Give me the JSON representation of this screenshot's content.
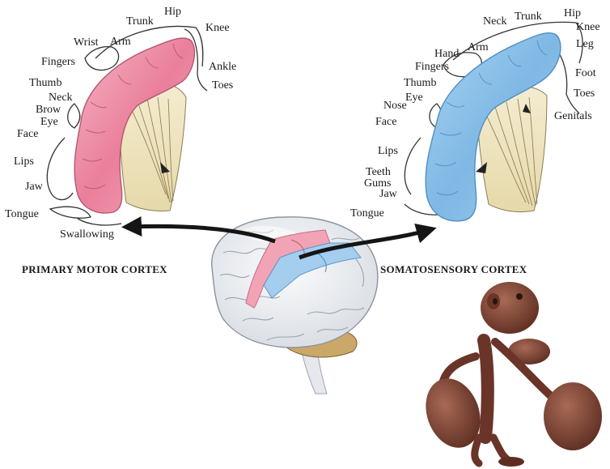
{
  "motor": {
    "title": "PRIMARY MOTOR CORTEX",
    "labels": [
      "Hip",
      "Trunk",
      "Knee",
      "Wrist",
      "Arm",
      "Fingers",
      "Ankle",
      "Thumb",
      "Toes",
      "Neck",
      "Brow",
      "Eye",
      "Face",
      "Lips",
      "Jaw",
      "Tongue",
      "Swallowing"
    ]
  },
  "sensory": {
    "title": "SOMATOSENSORY CORTEX",
    "labels": [
      "Hip",
      "Neck",
      "Trunk",
      "Knee",
      "Leg",
      "Arm",
      "Hand",
      "Fingers",
      "Foot",
      "Thumb",
      "Eye",
      "Toes",
      "Nose",
      "Genitals",
      "Face",
      "Lips",
      "Teeth",
      "Gums",
      "Jaw",
      "Tongue"
    ]
  },
  "colors": {
    "motor_strip": "#ee8ba4",
    "sensory_strip": "#8fc3e8",
    "white_matter": "#efe6c4",
    "figurine": "#7b4334"
  }
}
